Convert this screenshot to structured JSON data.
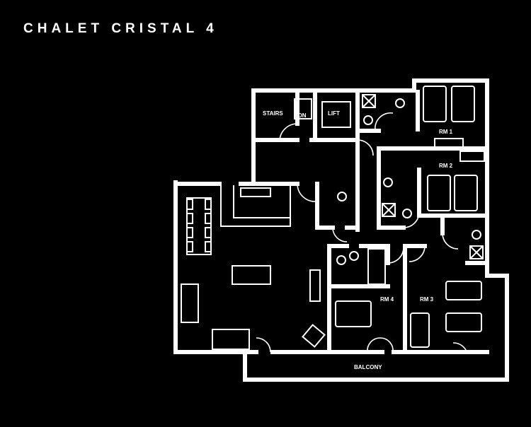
{
  "title": "CHALET CRISTAL 4",
  "rooms": {
    "stairs": "STAIRS",
    "dn": "DN",
    "lift": "LIFT",
    "rm1": "RM 1",
    "rm2": "RM 2",
    "rm3": "RM 3",
    "rm4": "RM 4",
    "balcony": "BALCONY"
  },
  "colors": {
    "background": "#000000",
    "lines": "#ffffff"
  }
}
